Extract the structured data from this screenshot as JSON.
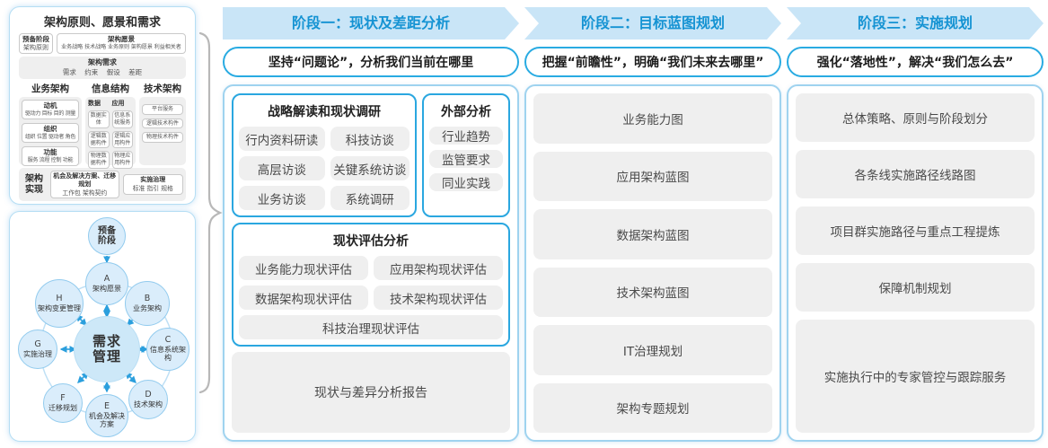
{
  "colors": {
    "accent": "#29abe2",
    "band_fill": "#c9e5f7",
    "band_text": "#1593d2",
    "item_bg": "#efefef"
  },
  "left_panel": {
    "title": "架构原则、愿景和需求",
    "prep_stage": {
      "line1": "预备阶段",
      "line2": "架构原则"
    },
    "vision": {
      "title": "架构愿景",
      "items": "业务战略 技术战略 业务原则 架构愿景 利益相关者"
    },
    "requirements": {
      "title": "架构需求",
      "items": "需求 约束 假设 差距"
    },
    "business": {
      "title": "业务架构",
      "groups": [
        {
          "t": "动机",
          "d": "驱动力 目标 目的 测量"
        },
        {
          "t": "组织",
          "d": "组织 位置 驱动者 角色"
        },
        {
          "t": "功能",
          "d": "服务 流程 控制 功能"
        }
      ]
    },
    "info": {
      "title": "信息结构",
      "data": {
        "t": "数据",
        "items": [
          "数据实体",
          "逻辑数据构件",
          "物理数据构件"
        ]
      },
      "app": {
        "t": "应用",
        "items": [
          "信息系统服务",
          "逻辑应用构件",
          "物理应用构件"
        ]
      }
    },
    "tech": {
      "title": "技术架构",
      "items": [
        "平台服务",
        "逻辑技术构件",
        "物理技术构件"
      ]
    },
    "realize": {
      "label1": "架构",
      "label2": "实现",
      "opp": {
        "t": "机会及解决方案、迁移规划",
        "d": "工作包 架构契约"
      },
      "gov": {
        "t": "实施治理",
        "d": "标准 指引 规格"
      }
    }
  },
  "cycle": {
    "prep": {
      "line1": "预备",
      "line2": "阶段"
    },
    "center": {
      "line1": "需求",
      "line2": "管理"
    },
    "nodes": [
      {
        "letter": "A",
        "label": "架构愿景"
      },
      {
        "letter": "B",
        "label": "业务架构"
      },
      {
        "letter": "C",
        "label": "信息系统架构"
      },
      {
        "letter": "D",
        "label": "技术架构"
      },
      {
        "letter": "E",
        "label": "机会及解决方案"
      },
      {
        "letter": "F",
        "label": "迁移规划"
      },
      {
        "letter": "G",
        "label": "实施治理"
      },
      {
        "letter": "H",
        "label": "架构变更管理"
      }
    ]
  },
  "phases": [
    {
      "header": "阶段一：现状及差距分析",
      "subtitle": "坚持“问题论”，分析我们当前在哪里",
      "survey": {
        "title": "战略解读和现状调研",
        "items": [
          "行内资料研读",
          "科技访谈",
          "高层访谈",
          "关键系统访谈",
          "业务访谈",
          "系统调研"
        ]
      },
      "external": {
        "title": "外部分析",
        "items": [
          "行业趋势",
          "监管要求",
          "同业实践"
        ]
      },
      "assessment": {
        "title": "现状评估分析",
        "items": [
          "业务能力现状评估",
          "应用架构现状评估",
          "数据架构现状评估",
          "技术架构现状评估"
        ],
        "full": "科技治理现状评估"
      },
      "report": "现状与差异分析报告"
    },
    {
      "header": "阶段二：目标蓝图规划",
      "subtitle": "把握“前瞻性”，明确“我们未来去哪里”",
      "items": [
        "业务能力图",
        "应用架构蓝图",
        "数据架构蓝图",
        "技术架构蓝图",
        "IT治理规划",
        "架构专题规划"
      ]
    },
    {
      "header": "阶段三：实施规划",
      "subtitle": "强化“落地性”，解决“我们怎么去”",
      "items": [
        "总体策略、原则与阶段划分",
        "各条线实施路径线路图",
        "项目群实施路径与重点工程提炼",
        "保障机制规划"
      ],
      "tall_item": "实施执行中的专家管控与跟踪服务"
    }
  ]
}
